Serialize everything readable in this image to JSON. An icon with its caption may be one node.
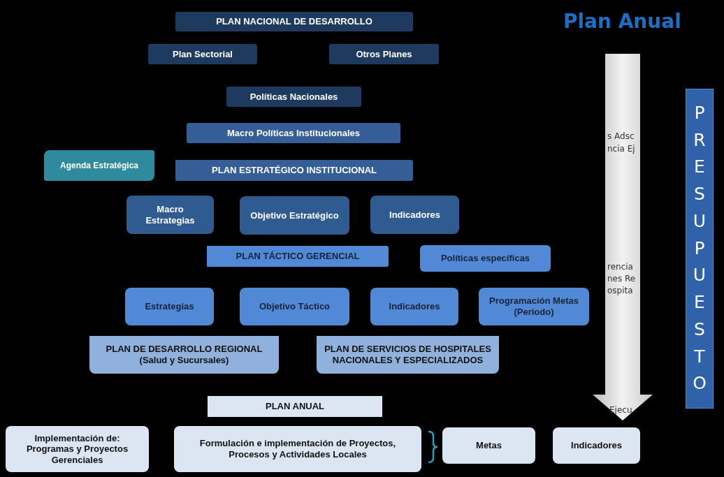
{
  "diagram": {
    "title": "Plan Anual",
    "nodes": [
      {
        "text": [
          "PLAN NACIONAL DE DESARROLLO"
        ]
      },
      {
        "text": [
          "Plan Sectorial"
        ]
      },
      {
        "text": [
          "Otros Planes"
        ]
      },
      {
        "text": [
          "Políticas Nacionales"
        ]
      },
      {
        "text": [
          "Macro Políticas Institucionales"
        ]
      },
      {
        "text": [
          "Agenda Estratégica"
        ]
      },
      {
        "text": [
          "PLAN ESTRATÉGICO INSTITUCIONAL"
        ]
      },
      {
        "text": [
          "Macro Estrategias"
        ]
      },
      {
        "text": [
          "Objetivo Estratégico"
        ]
      },
      {
        "text": [
          "Indicadores"
        ]
      },
      {
        "text": [
          "PLAN TÁCTICO GERENCIAL"
        ]
      },
      {
        "text": [
          "Políticas específicas"
        ]
      },
      {
        "text": [
          "Estrategias"
        ]
      },
      {
        "text": [
          "Objetivo Táctico"
        ]
      },
      {
        "text": [
          "Indicadores"
        ]
      },
      {
        "text": [
          "Programación Metas (Periodo)"
        ]
      },
      {
        "text": [
          "PLAN DE DESARROLLO REGIONAL (Salud y Sucursales)"
        ]
      },
      {
        "text": [
          "PLAN DE SERVICIOS DE HOSPITALES NACIONALES Y ESPECIALIZADOS"
        ]
      },
      {
        "text": [
          "PLAN ANUAL"
        ]
      },
      {
        "text": [
          "Implementación de: Programas y Proyectos Gerenciales"
        ]
      },
      {
        "text": [
          "Formulación e implementación de Proyectos, Procesos y Actividades Locales"
        ]
      },
      {
        "text": [
          "Metas"
        ]
      },
      {
        "text": [
          "Indicadores"
        ]
      },
      {
        "text": [
          "PRESUPUESTO"
        ]
      }
    ],
    "labels": [
      "s Adsc",
      "ncia Ej",
      "rencia",
      "nes Re",
      "ospita",
      "Ejecu"
    ]
  }
}
